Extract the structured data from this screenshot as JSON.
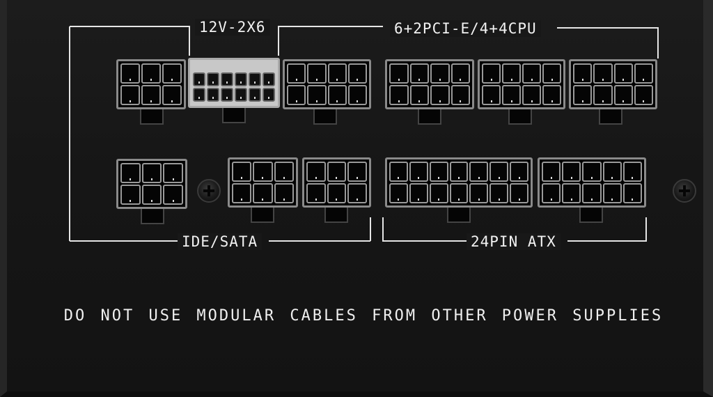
{
  "labels": {
    "gpu_12v": "12V-2X6",
    "pcie_cpu": "6+2PCI-E/4+4CPU",
    "ide_sata": "IDE/SATA",
    "atx24": "24PIN ATX"
  },
  "warning": "DO NOT USE MODULAR CABLES FROM OTHER POWER SUPPLIES",
  "colors": {
    "panel": "#161616",
    "text": "#f2f2f2",
    "connector": "#000000",
    "connector_outline": "#8a8a8a"
  }
}
